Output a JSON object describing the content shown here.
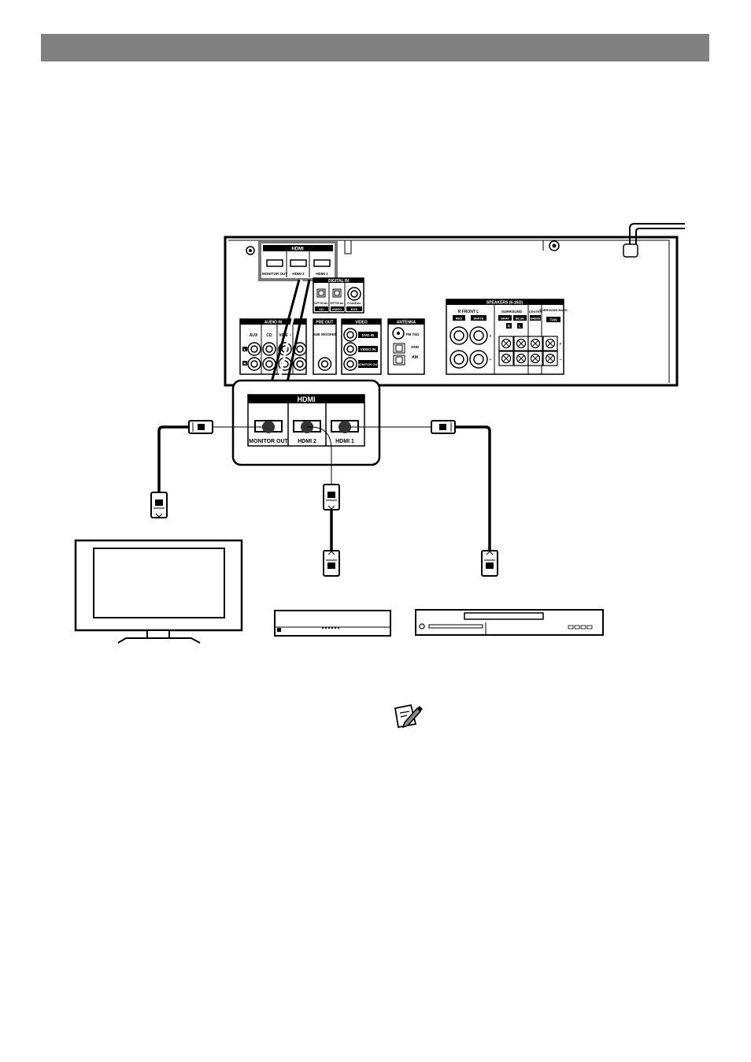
{
  "panel": {
    "hdmi_title": "HDMI",
    "hdmi_ports": [
      "MONITOR OUT",
      "HDMI 2",
      "HDMI 1"
    ],
    "digital_in": {
      "title": "DIGITAL IN",
      "jacks": [
        "OPTICAL",
        "OPTICAL",
        "COAXIAL"
      ],
      "sources": [
        "CD",
        "VIDEO",
        "DVD"
      ]
    },
    "audio_in": {
      "title": "AUDIO IN",
      "columns": [
        "AUX",
        "CD",
        "VIDEO"
      ],
      "channels": [
        "L",
        "R"
      ]
    },
    "pre_out": {
      "title": "PRE OUT",
      "jack": "SUB WOOFER"
    },
    "video": {
      "title": "VIDEO",
      "jacks": [
        "DVD IN",
        "VIDEO IN",
        "MONITOR OUT"
      ]
    },
    "antenna": {
      "title": "ANTENNA",
      "fm": "FM 75Ω",
      "gnd": "GND",
      "am": "AM"
    },
    "speakers": {
      "title": "SPEAKERS (6-16Ω)",
      "front": "R  FRONT  L",
      "front_colors": [
        "RED",
        "WHITE"
      ],
      "surround": "SURROUND",
      "surround_colors": [
        "GRAY",
        "BLUE"
      ],
      "surround_channels": [
        "R",
        "L"
      ],
      "center": "CENTER",
      "center_color": "GREEN",
      "surround_back": "SURROUND BACK",
      "surround_back_color": "TAN",
      "polarity": [
        "+",
        "−"
      ]
    }
  },
  "zoom": {
    "title": "HDMI",
    "ports": [
      "MONITOR OUT",
      "HDMI 2",
      "HDMI 1"
    ]
  }
}
